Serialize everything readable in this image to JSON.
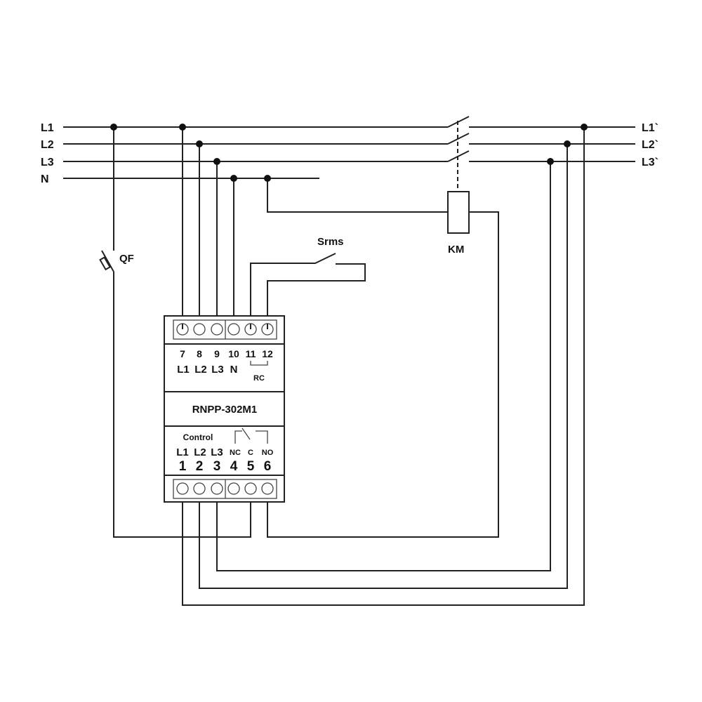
{
  "buses": {
    "left": [
      "L1",
      "L2",
      "L3",
      "N"
    ],
    "right": [
      "L1`",
      "L2`",
      "L3`"
    ]
  },
  "components": {
    "breaker": "QF",
    "switch": "Srms",
    "contactor": "KM"
  },
  "device": {
    "model": "RNPP-302M1",
    "top_numbers": [
      "7",
      "8",
      "9",
      "10",
      "11",
      "12"
    ],
    "top_labels": [
      "L1",
      "L2",
      "L3",
      "N"
    ],
    "rc_label": "RC",
    "control_label": "Control",
    "bottom_labels": [
      "L1",
      "L2",
      "L3",
      "NC",
      "C",
      "NO"
    ],
    "bottom_numbers": [
      "1",
      "2",
      "3",
      "4",
      "5",
      "6"
    ]
  }
}
